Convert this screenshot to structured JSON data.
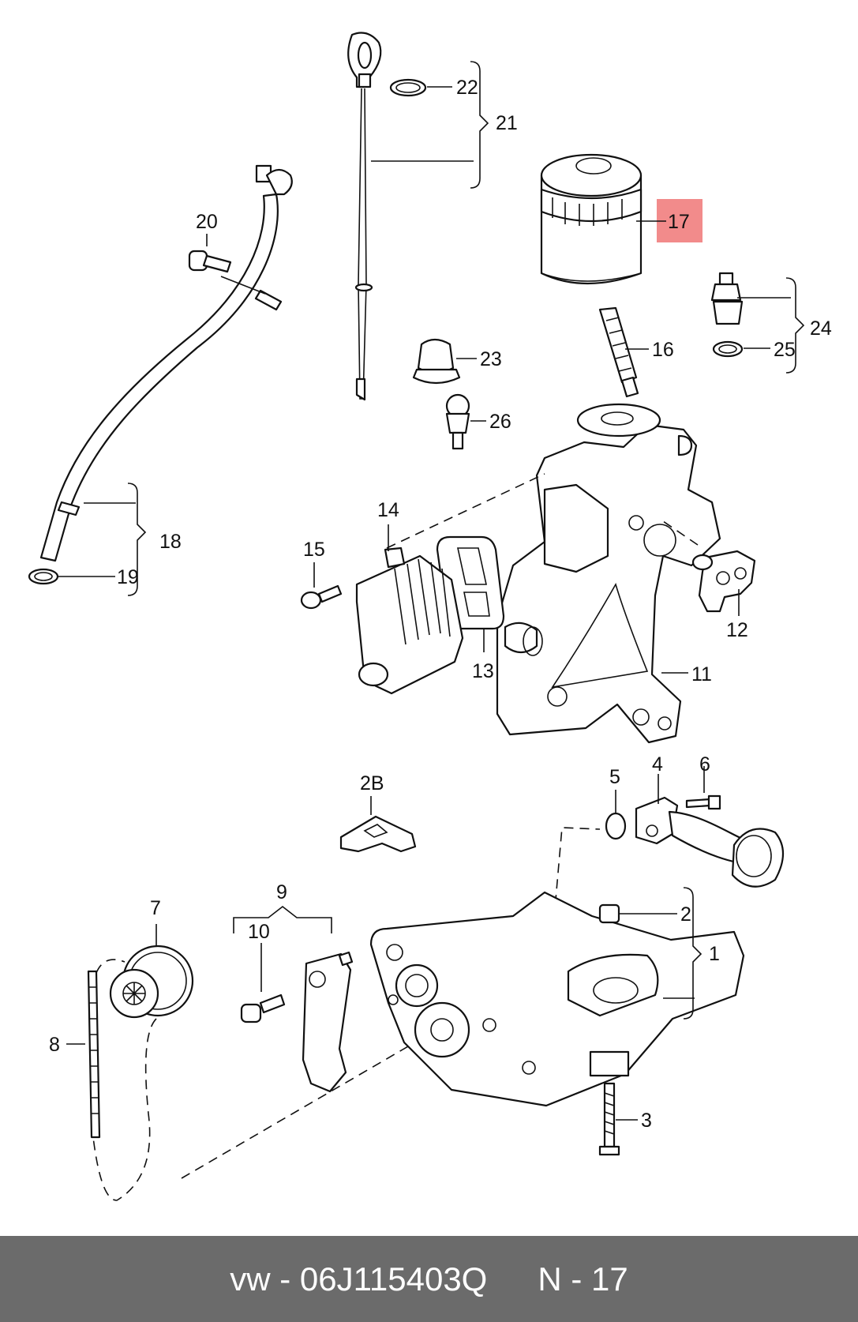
{
  "diagram": {
    "highlight_color": "#f28b8b",
    "callouts": {
      "c1": "1",
      "c2": "2",
      "c3": "3",
      "c4": "4",
      "c5": "5",
      "c6": "6",
      "c7": "7",
      "c8": "8",
      "c9": "9",
      "c10": "10",
      "c11": "11",
      "c12": "12",
      "c13": "13",
      "c14": "14",
      "c15": "15",
      "c16": "16",
      "c17": "17",
      "c18": "18",
      "c19": "19",
      "c20": "20",
      "c21": "21",
      "c22": "22",
      "c23": "23",
      "c24": "24",
      "c25": "25",
      "c26": "26",
      "c2B": "2B"
    },
    "highlighted_callout": "17"
  },
  "footer": {
    "part_number": "vw - 06J115403Q",
    "position": "N - 17"
  }
}
